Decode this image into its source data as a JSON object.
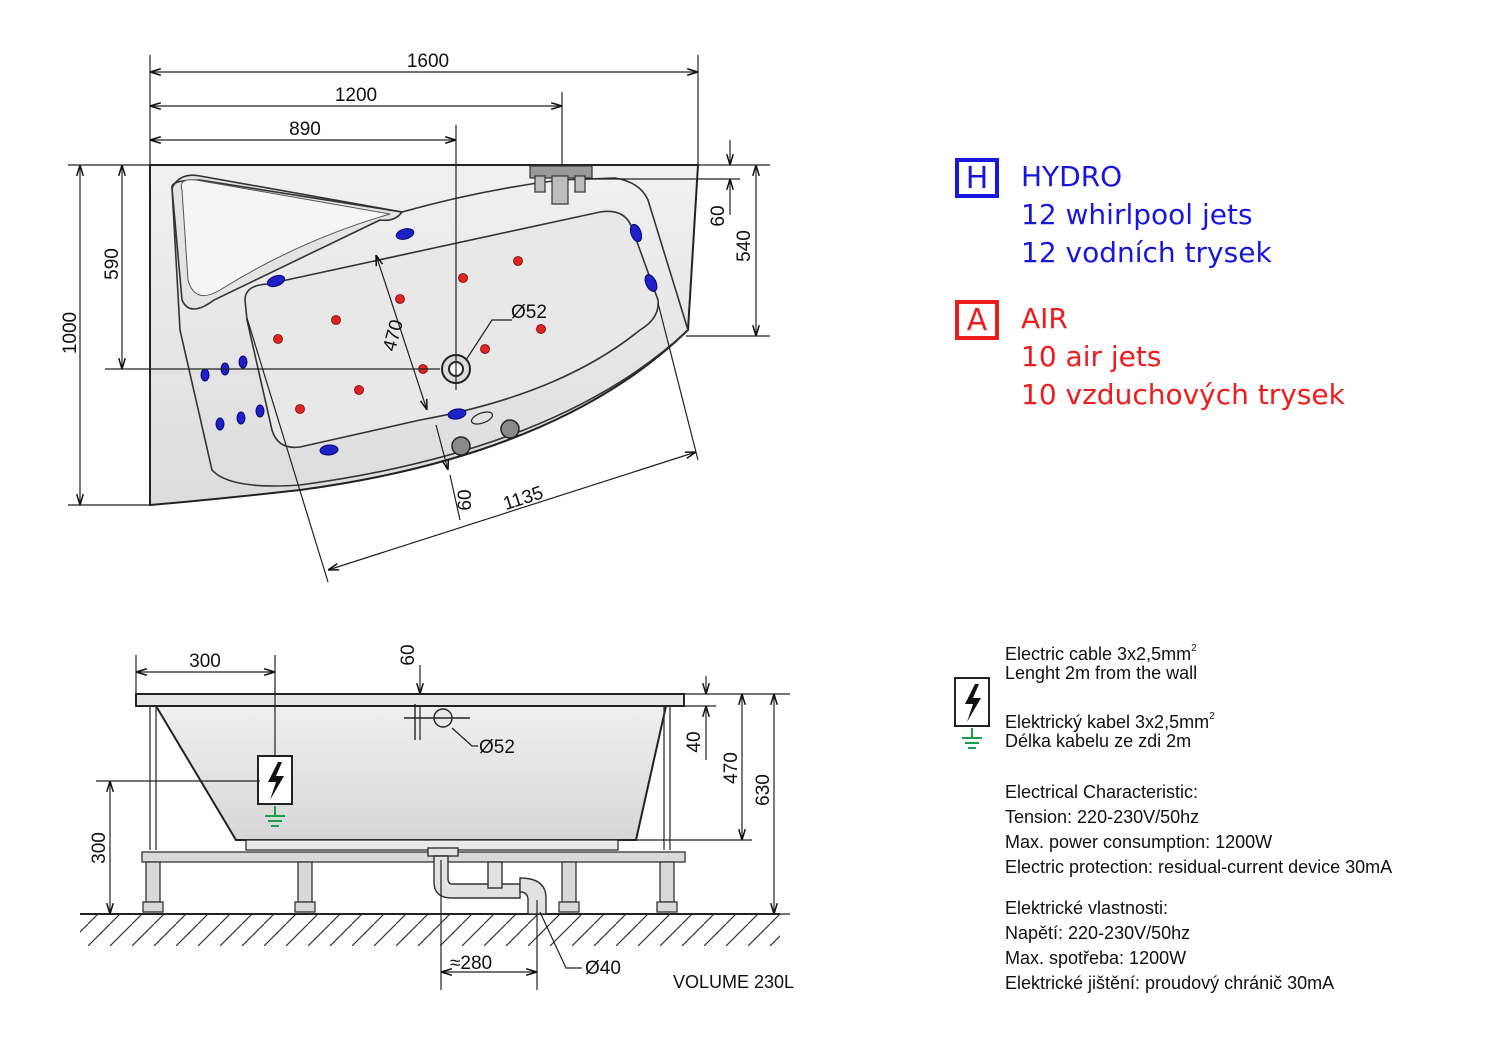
{
  "top_view": {
    "dim_total_width": "1600",
    "dim_inner_width": "1200",
    "dim_drain_offset": "890",
    "dim_total_depth": "1000",
    "dim_drain_depth": "590",
    "dim_basin_depth": "470",
    "dim_basin_length": "1135",
    "dim_rim_top": "60",
    "dim_right_depth": "540",
    "dim_rim_front": "60",
    "drain_diameter": "Ø52"
  },
  "side_view": {
    "dim_drain_from_left": "300",
    "dim_rim_height": "60",
    "dim_overflow_offset": "40",
    "dim_inner_height": "470",
    "dim_total_height": "630",
    "dim_socket_height": "300",
    "overflow_diameter": "Ø52",
    "siphon_offset": "≈280",
    "waste_diameter": "Ø40",
    "volume": "VOLUME 230L"
  },
  "legend": {
    "hydro": {
      "badge": "H",
      "title": "HYDRO",
      "line1": "12 whirlpool jets",
      "line2": "12 vodních trysek",
      "color": "#1717e0"
    },
    "air": {
      "badge": "A",
      "title": "AIR",
      "line1": "10 air jets",
      "line2": "10 vzduchových trysek",
      "color": "#ee1c1c"
    }
  },
  "electric": {
    "cable_en": "Electric cable 3x2,5mm",
    "cable_en_sup": "2",
    "length_en": "Lenght 2m from the wall",
    "cable_cz": "Elektrický kabel 3x2,5mm",
    "cable_cz_sup": "2",
    "length_cz": "Délka kabelu ze zdi 2m",
    "char_en": [
      "Electrical Characteristic:",
      "Tension: 220-230V/50hz",
      "Max. power consumption: 1200W",
      "Electric protection: residual-current device 30mA"
    ],
    "char_cz": [
      "Elektrické vlastnosti:",
      "Napětí: 220-230V/50hz",
      "Max. spotřeba: 1200W",
      "Elektrické jištění: proudový chránič 30mA"
    ],
    "ground_color": "#1aa04a"
  },
  "icons": [
    "power-hazard-icon",
    "ground-icon"
  ]
}
